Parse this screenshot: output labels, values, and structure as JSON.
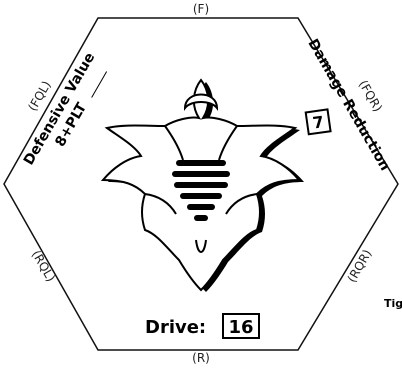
{
  "facings": {
    "front": "(F)",
    "rear": "(R)",
    "front_left": "(FQL)",
    "front_right": "(FQR)",
    "rear_left": "(RQL)",
    "rear_right": "(RQR)"
  },
  "defensive": {
    "title": "Defensive Value",
    "formula": "8+PLT",
    "value": ""
  },
  "damage_reduction": {
    "title": "Damage Reduction",
    "value": "7"
  },
  "drive": {
    "label": "Drive:",
    "value": "16"
  },
  "cutoff_text": "Tig"
}
